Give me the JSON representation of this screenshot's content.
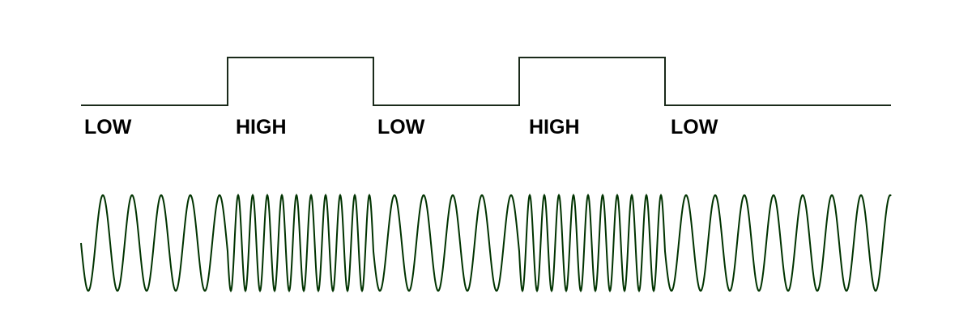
{
  "title": "Frequency shift keying",
  "bits": [
    "LOW",
    "HIGH",
    "LOW",
    "HIGH",
    "LOW"
  ],
  "labels": {
    "l0": "LOW",
    "l1": "HIGH",
    "l2": "LOW",
    "l3": "HIGH",
    "l4": "LOW"
  },
  "cycles_per_bit": {
    "LOW": 5,
    "HIGH": 10
  },
  "colors": {
    "digital": "#1a2a1a",
    "carrier": "#003300"
  }
}
